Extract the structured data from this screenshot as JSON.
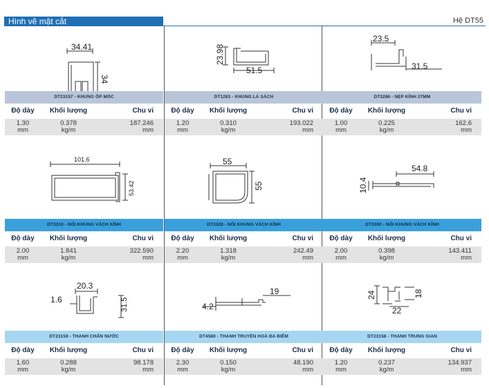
{
  "header": {
    "title": "Hình vẽ mặt cắt",
    "series": "Hệ DT55"
  },
  "columns": {
    "thickness": "Độ dày",
    "weight": "Khối lượng",
    "perimeter": "Chu vi"
  },
  "profiles": [
    {
      "code_name": "DT23157 - KHUNG ỐP MÓC",
      "dims": [
        "34.41",
        "34"
      ],
      "thickness": "1.30",
      "thickness_unit": "mm",
      "weight": "0.378",
      "weight_unit": "kg/m",
      "perimeter": "187.246",
      "perimeter_unit": "mm"
    },
    {
      "code_name": "DT1283 - KHUNG LÁ SÁCH",
      "dims": [
        "23.98",
        "51.5"
      ],
      "thickness": "1.20",
      "thickness_unit": "mm",
      "weight": "0.310",
      "weight_unit": "kg/m",
      "perimeter": "193.022",
      "perimeter_unit": "mm"
    },
    {
      "code_name": "DT3286 - NẸP KÍNH 27MM",
      "dims": [
        "23.5",
        "31.5"
      ],
      "thickness": "1.00",
      "thickness_unit": "mm",
      "weight": "0.225",
      "weight_unit": "kg/m",
      "perimeter": "162.6",
      "perimeter_unit": "mm"
    },
    {
      "code_name": "DT3310 - NỐI KHUNG VÁCH KÍNH",
      "dims": [
        "101.6",
        "53.42"
      ],
      "thickness": "2.00",
      "thickness_unit": "mm",
      "weight": "1.841",
      "weight_unit": "kg/m",
      "perimeter": "322.590",
      "perimeter_unit": "mm"
    },
    {
      "code_name": "DT3328 - NỐI KHUNG VÁCH KÍNH",
      "dims": [
        "55",
        "55"
      ],
      "thickness": "2.20",
      "thickness_unit": "mm",
      "weight": "1.318",
      "weight_unit": "kg/m",
      "perimeter": "242.49",
      "perimeter_unit": "mm"
    },
    {
      "code_name": "DT3300 - NỐI KHUNG VÁCH KÍNH",
      "dims": [
        "54.8",
        "10.4"
      ],
      "thickness": "2.00",
      "thickness_unit": "mm",
      "weight": "0.398",
      "weight_unit": "kg/m",
      "perimeter": "143.411",
      "perimeter_unit": "mm"
    },
    {
      "code_name": "DT23159 - THANH CHẮN NƯỚC",
      "dims": [
        "20.3",
        "1.6",
        "31.5"
      ],
      "thickness": "1.60",
      "thickness_unit": "mm",
      "weight": "0.288",
      "weight_unit": "kg/m",
      "perimeter": "98.178",
      "perimeter_unit": "mm"
    },
    {
      "code_name": "DT4580 - THANH TRUYỀN HOÀ ĐA ĐIỂM",
      "dims": [
        "19",
        "4.2"
      ],
      "thickness": "2.30",
      "thickness_unit": "mm",
      "weight": "0.150",
      "weight_unit": "kg/m",
      "perimeter": "48.190",
      "perimeter_unit": "mm"
    },
    {
      "code_name": "DT23158 - THANH TRUNG GIAN",
      "dims": [
        "24",
        "18",
        "22"
      ],
      "thickness": "1.20",
      "thickness_unit": "mm",
      "weight": "0.237",
      "weight_unit": "kg/m",
      "perimeter": "134.937",
      "perimeter_unit": "mm"
    }
  ]
}
